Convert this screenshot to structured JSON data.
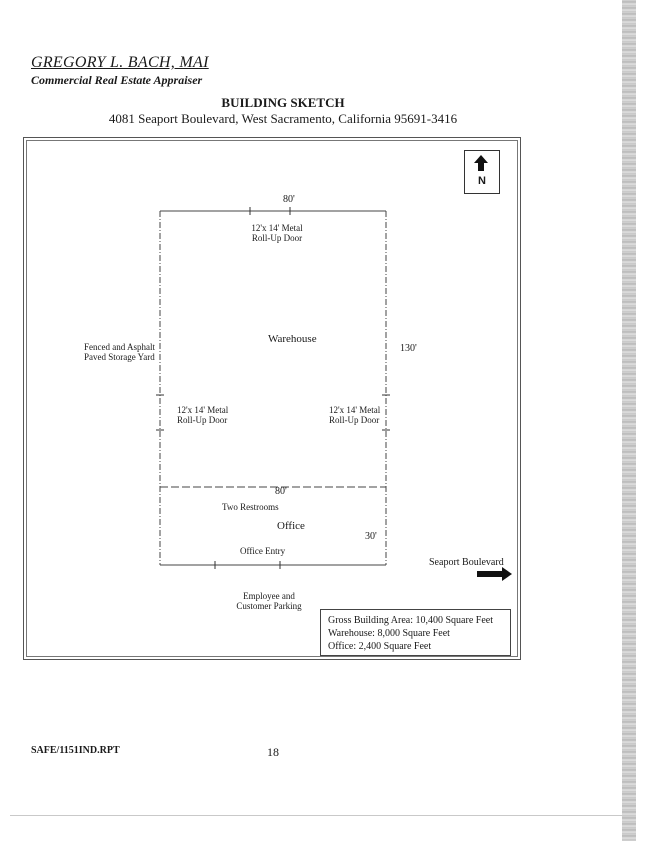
{
  "header": {
    "name": "GREGORY L. BACH, MAI",
    "title": "Commercial Real Estate Appraiser"
  },
  "document": {
    "title": "BUILDING SKETCH",
    "address": "4081 Seaport Boulevard, West Sacramento, California 95691-3416"
  },
  "sketch": {
    "north_label": "N",
    "top_width": "80'",
    "side_length": "130'",
    "office_width": "80'",
    "office_depth": "30'",
    "top_door": [
      "12'x 14' Metal",
      "Roll-Up Door"
    ],
    "left_door": [
      "12'x 14' Metal",
      "Roll-Up Door"
    ],
    "right_door": [
      "12'x 14' Metal",
      "Roll-Up Door"
    ],
    "storage_yard": [
      "Fenced and Asphalt",
      "Paved Storage Yard"
    ],
    "warehouse_label": "Warehouse",
    "restrooms_label": "Two Restrooms",
    "office_label": "Office",
    "office_entry_label": "Office Entry",
    "parking": [
      "Employee and",
      "Customer Parking"
    ],
    "street_label": "Seaport Boulevard"
  },
  "legend": {
    "gross": "Gross Building Area: 10,400 Square Feet",
    "warehouse": "Warehouse: 8,000 Square Feet",
    "office": "Office: 2,400 Square Feet"
  },
  "footer": {
    "file_ref": "SAFE/1151IND.RPT",
    "page_number": "18"
  }
}
